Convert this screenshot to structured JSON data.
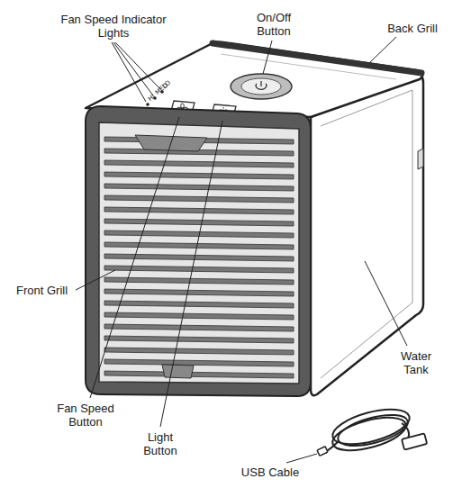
{
  "diagram": {
    "labels": [
      "Fan Speed Indicator Lights",
      "On/Off Button",
      "Back Grill",
      "HI",
      "MED",
      "LO",
      "Front Grill",
      "Fan Speed Button",
      "Light Button",
      "Water Tank",
      "USB Cable"
    ]
  }
}
